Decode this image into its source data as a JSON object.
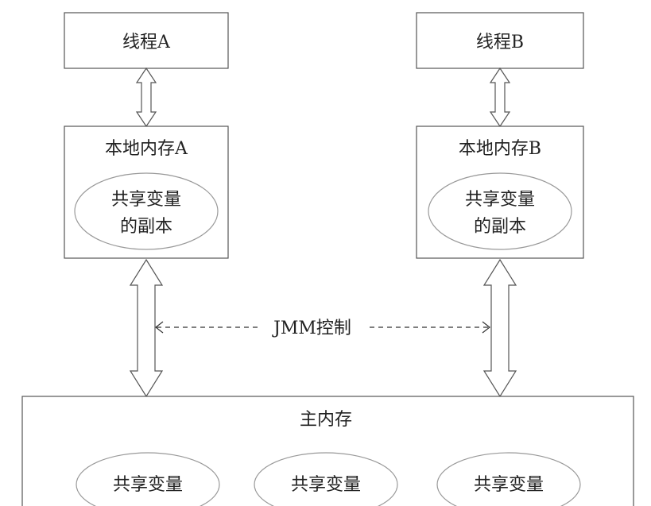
{
  "thread_a": {
    "label": "线程A"
  },
  "thread_b": {
    "label": "线程B"
  },
  "local_a": {
    "title": "本地内存A",
    "copy_line1": "共享变量",
    "copy_line2": "的副本"
  },
  "local_b": {
    "title": "本地内存B",
    "copy_line1": "共享变量",
    "copy_line2": "的副本"
  },
  "jmm": {
    "label": "JMM控制"
  },
  "main_memory": {
    "title": "主内存",
    "variables": [
      "共享变量",
      "共享变量",
      "共享变量"
    ]
  },
  "colors": {
    "stroke": "#555555",
    "ellipse_stroke": "#999999",
    "text": "#222222"
  }
}
